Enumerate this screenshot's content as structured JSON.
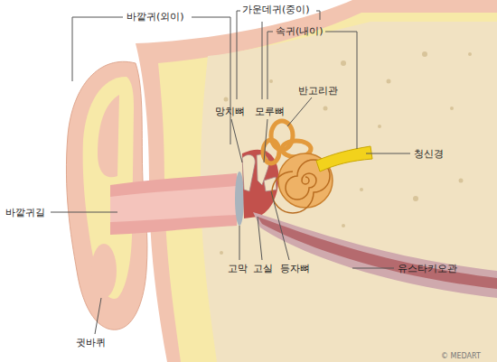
{
  "diagram": {
    "labels": [
      "바깥귀(외이)",
      "가운데귀(중이)",
      "속귀(내이)",
      "망치뼈",
      "모루뼈",
      "반고리관",
      "청신경",
      "바깥귀길",
      "고막",
      "고실",
      "등자뼈",
      "유스타키오관",
      "귓바퀴",
      "© MEDART"
    ]
  }
}
